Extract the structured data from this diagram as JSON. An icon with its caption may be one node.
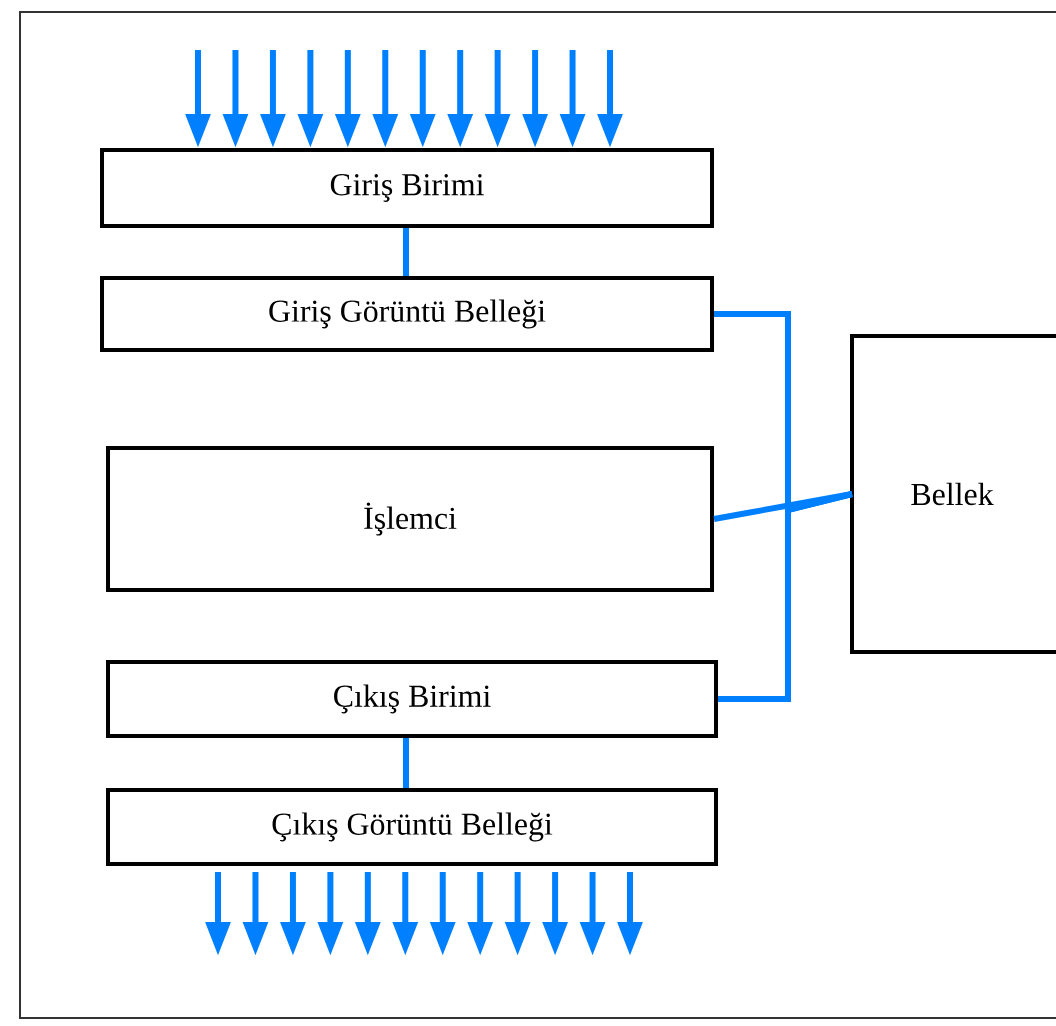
{
  "diagram": {
    "nodes": [
      {
        "text": [
          "Giriş Birimi"
        ]
      },
      {
        "text": [
          "Giriş Görüntü Belleği"
        ]
      },
      {
        "text": [
          "İşlemci"
        ]
      },
      {
        "text": [
          "Bellek"
        ]
      },
      {
        "text": [
          "Çıkış Birimi"
        ]
      },
      {
        "text": [
          "Çıkış Görüntü Belleği"
        ]
      }
    ],
    "edges": [
      {
        "from": 0,
        "to": 1,
        "arrow": "none"
      },
      {
        "from": 1,
        "to": 3,
        "arrow": "none"
      },
      {
        "from": 2,
        "to": 3,
        "arrow": "none"
      },
      {
        "from": 4,
        "to": 3,
        "arrow": "none"
      },
      {
        "from": 4,
        "to": 5,
        "arrow": "none"
      },
      {
        "from": null,
        "to": 0,
        "arrow": "to"
      },
      {
        "from": null,
        "to": 0,
        "arrow": "to"
      },
      {
        "from": null,
        "to": 0,
        "arrow": "to"
      },
      {
        "from": null,
        "to": 0,
        "arrow": "to"
      },
      {
        "from": null,
        "to": 0,
        "arrow": "to"
      },
      {
        "from": null,
        "to": 0,
        "arrow": "to"
      },
      {
        "from": null,
        "to": 0,
        "arrow": "to"
      },
      {
        "from": null,
        "to": 0,
        "arrow": "to"
      },
      {
        "from": null,
        "to": 0,
        "arrow": "to"
      },
      {
        "from": null,
        "to": 0,
        "arrow": "to"
      },
      {
        "from": null,
        "to": 0,
        "arrow": "to"
      },
      {
        "from": null,
        "to": 0,
        "arrow": "to"
      },
      {
        "from": 5,
        "to": null,
        "arrow": "to"
      },
      {
        "from": 5,
        "to": null,
        "arrow": "to"
      },
      {
        "from": 5,
        "to": null,
        "arrow": "to"
      },
      {
        "from": 5,
        "to": null,
        "arrow": "to"
      },
      {
        "from": 5,
        "to": null,
        "arrow": "to"
      },
      {
        "from": 5,
        "to": null,
        "arrow": "to"
      },
      {
        "from": 5,
        "to": null,
        "arrow": "to"
      },
      {
        "from": 5,
        "to": null,
        "arrow": "to"
      },
      {
        "from": 5,
        "to": null,
        "arrow": "to"
      },
      {
        "from": 5,
        "to": null,
        "arrow": "to"
      },
      {
        "from": 5,
        "to": null,
        "arrow": "to"
      },
      {
        "from": 5,
        "to": null,
        "arrow": "to"
      }
    ]
  }
}
